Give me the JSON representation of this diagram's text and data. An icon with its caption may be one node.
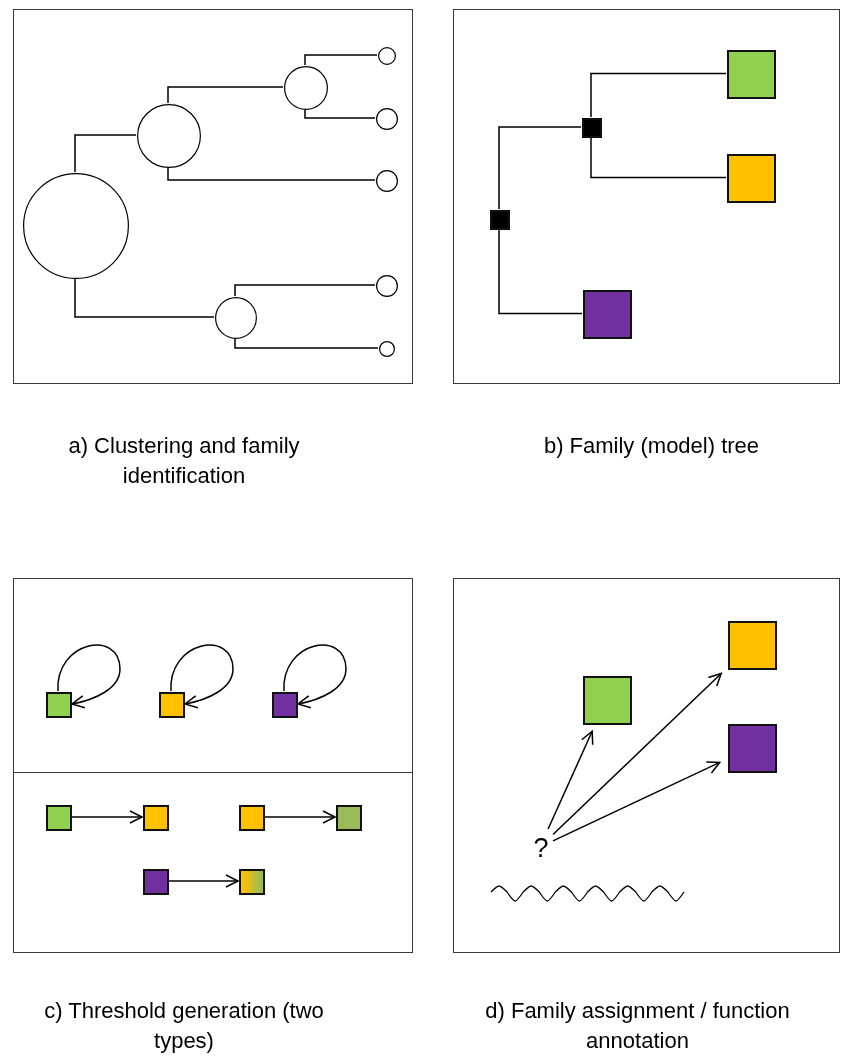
{
  "diagram": {
    "nodes": [
      {
        "text": [],
        "shape": "box",
        "beside": [
          "a) Clustering and family identification"
        ]
      },
      {
        "text": [],
        "shape": "circle",
        "in": 0
      },
      {
        "text": [],
        "shape": "circle",
        "in": 0
      },
      {
        "text": [],
        "shape": "circle",
        "in": 0
      },
      {
        "text": [],
        "shape": "circle",
        "in": 0
      },
      {
        "text": [],
        "shape": "circle",
        "in": 0
      },
      {
        "text": [],
        "shape": "circle",
        "in": 0
      },
      {
        "text": [],
        "shape": "circle",
        "in": 0
      },
      {
        "text": [],
        "shape": "circle",
        "in": 0
      },
      {
        "text": [],
        "shape": "circle",
        "in": 0
      },
      {
        "text": [],
        "shape": "box",
        "beside": [
          "b) Family (model) tree"
        ]
      },
      {
        "text": [],
        "shape": "box",
        "in": 10
      },
      {
        "text": [],
        "shape": "box",
        "in": 10
      },
      {
        "text": [],
        "shape": "box",
        "in": 10
      },
      {
        "text": [],
        "shape": "box",
        "in": 10
      },
      {
        "text": [],
        "shape": "box",
        "in": 10
      },
      {
        "text": [],
        "shape": "box",
        "beside": [
          "c) Threshold generation (two types)"
        ]
      },
      {
        "text": [],
        "shape": "box",
        "in": 16
      },
      {
        "text": [],
        "shape": "box",
        "in": 16
      },
      {
        "text": [],
        "shape": "box",
        "in": 16
      },
      {
        "text": [],
        "shape": "box",
        "in": 16
      },
      {
        "text": [],
        "shape": "box",
        "in": 16
      },
      {
        "text": [],
        "shape": "box",
        "in": 16
      },
      {
        "text": [],
        "shape": "box",
        "in": 16
      },
      {
        "text": [],
        "shape": "box",
        "in": 16
      },
      {
        "text": [],
        "shape": "box",
        "in": 16
      },
      {
        "text": [],
        "shape": "box",
        "beside": [
          "d) Family assignment / function annotation"
        ]
      },
      {
        "text": [],
        "shape": "box",
        "in": 26
      },
      {
        "text": [],
        "shape": "box",
        "in": 26
      },
      {
        "text": [],
        "shape": "box",
        "in": 26
      },
      {
        "text": [
          "?"
        ],
        "in": 26
      }
    ],
    "edges": [
      {
        "from": 1,
        "to": 2,
        "arrow": "none"
      },
      {
        "from": 1,
        "to": 7,
        "arrow": "none"
      },
      {
        "from": 2,
        "to": 3,
        "arrow": "none"
      },
      {
        "from": 2,
        "to": 6,
        "arrow": "none"
      },
      {
        "from": 3,
        "to": 4,
        "arrow": "none"
      },
      {
        "from": 3,
        "to": 5,
        "arrow": "none"
      },
      {
        "from": 7,
        "to": 8,
        "arrow": "none"
      },
      {
        "from": 7,
        "to": 9,
        "arrow": "none"
      },
      {
        "from": 11,
        "to": 12,
        "arrow": "none"
      },
      {
        "from": 11,
        "to": 15,
        "arrow": "none"
      },
      {
        "from": 12,
        "to": 13,
        "arrow": "none"
      },
      {
        "from": 12,
        "to": 14,
        "arrow": "none"
      },
      {
        "from": 17,
        "to": 17,
        "arrow": "to"
      },
      {
        "from": 18,
        "to": 18,
        "arrow": "to"
      },
      {
        "from": 19,
        "to": 19,
        "arrow": "to"
      },
      {
        "from": 20,
        "to": 21,
        "arrow": "to"
      },
      {
        "from": 22,
        "to": 23,
        "arrow": "to"
      },
      {
        "from": 24,
        "to": 25,
        "arrow": "to"
      },
      {
        "from": 30,
        "to": 27,
        "arrow": "to"
      },
      {
        "from": 30,
        "to": 28,
        "arrow": "to"
      },
      {
        "from": 30,
        "to": 29,
        "arrow": "to"
      }
    ]
  }
}
